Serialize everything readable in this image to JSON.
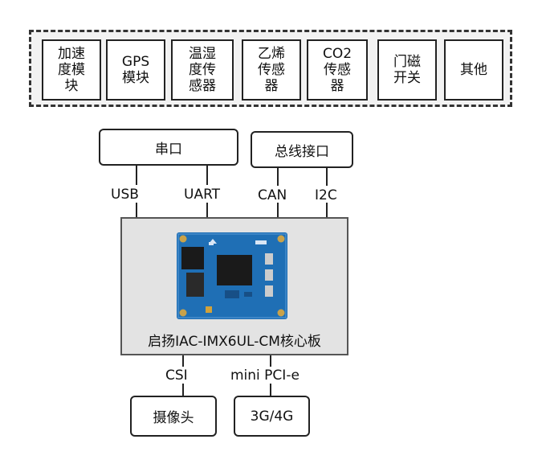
{
  "sensors": [
    {
      "lines": [
        "加速",
        "度模",
        "块"
      ]
    },
    {
      "lines": [
        "GPS",
        "模块"
      ]
    },
    {
      "lines": [
        "温湿",
        "度传",
        "感器"
      ]
    },
    {
      "lines": [
        "乙烯",
        "传感",
        "器"
      ]
    },
    {
      "lines": [
        "CO2",
        "传感",
        "器"
      ]
    },
    {
      "lines": [
        "门磁",
        "开关"
      ]
    },
    {
      "lines": [
        "其他"
      ]
    }
  ],
  "ports": {
    "serial": "串口",
    "bus": "总线接口",
    "camera": "摄像头",
    "cellular": "3G/4G"
  },
  "interfaces": {
    "usb": "USB",
    "uart": "UART",
    "can": "CAN",
    "i2c": "I2C",
    "csi": "CSI",
    "pcie": "mini PCI-e"
  },
  "board": {
    "title": "启扬IAC-IMX6UL-CM核心板"
  },
  "colors": {
    "pcb": "#1f6fb5",
    "chip": "#1a1a1a",
    "panel": "#f2f2f2",
    "board_bg": "#e3e3e3"
  }
}
